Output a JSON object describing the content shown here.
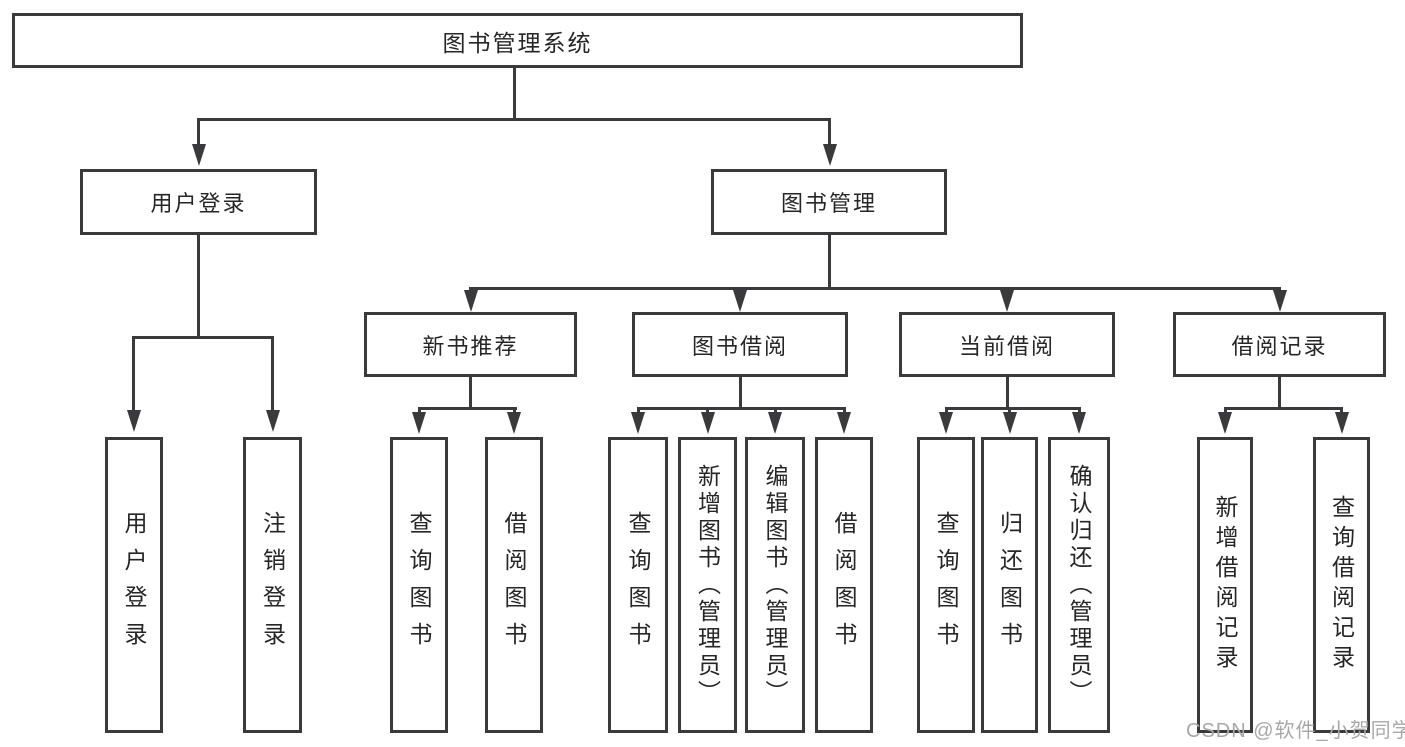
{
  "tree": {
    "root_label": "图书管理系统",
    "branches": [
      {
        "label": "用户登录",
        "children": [
          {
            "label": "用户登录"
          },
          {
            "label": "注销登录"
          }
        ]
      },
      {
        "label": "图书管理",
        "children": [
          {
            "label": "新书推荐",
            "children": [
              {
                "label": "查询图书"
              },
              {
                "label": "借阅图书"
              }
            ]
          },
          {
            "label": "图书借阅",
            "children": [
              {
                "label": "查询图书"
              },
              {
                "label": "新增图书（管理员）"
              },
              {
                "label": "编辑图书（管理员）"
              },
              {
                "label": "借阅图书"
              }
            ]
          },
          {
            "label": "当前借阅",
            "children": [
              {
                "label": "查询图书"
              },
              {
                "label": "归还图书"
              },
              {
                "label": "确认归还（管理员）"
              }
            ]
          },
          {
            "label": "借阅记录",
            "children": [
              {
                "label": "新增借阅记录"
              },
              {
                "label": "查询借阅记录"
              }
            ]
          }
        ]
      }
    ]
  },
  "watermark": {
    "text": "CSDN @软件_小贺同学"
  },
  "colors": {
    "line": "#3a3a3c",
    "text": "#262626",
    "background": "#ffffff",
    "watermark": "#a8a8a8"
  }
}
